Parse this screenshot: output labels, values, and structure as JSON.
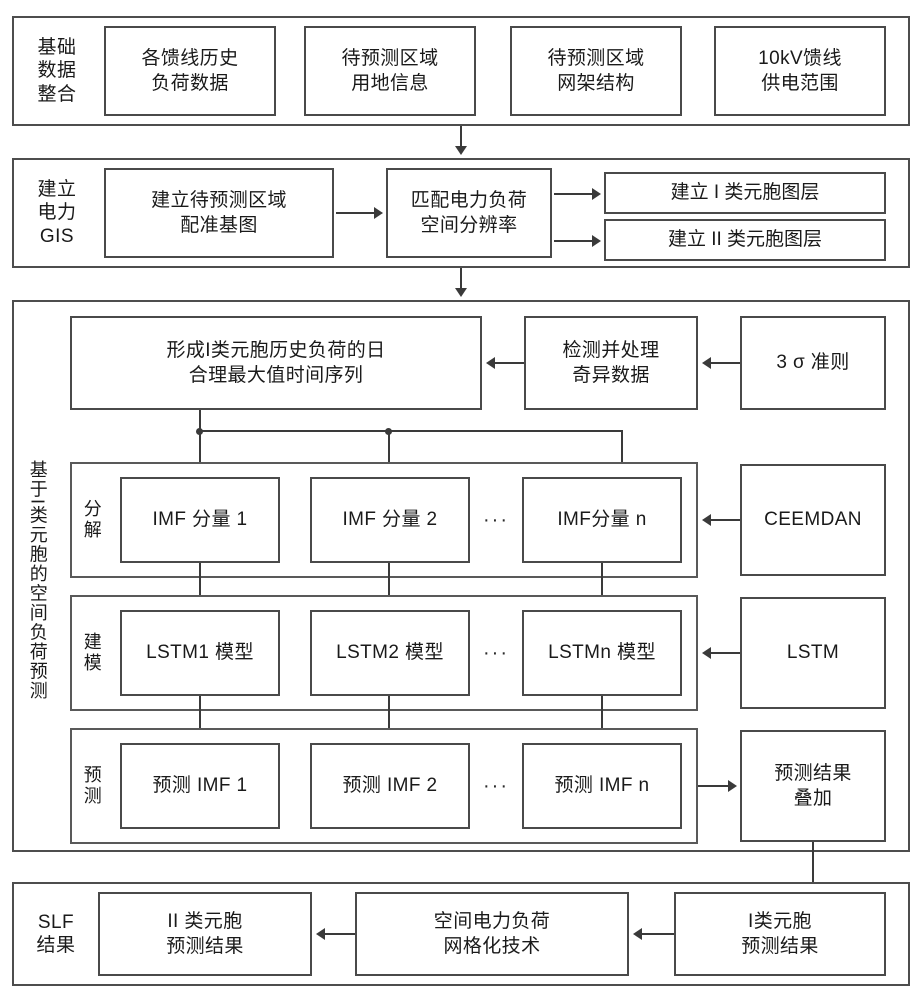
{
  "diagram": {
    "title_semantic": "spatial-load-forecasting-flowchart",
    "colors": {
      "background": "#ffffff",
      "box_border": "#4a4a4a",
      "group_border": "#4d4d4d",
      "connector": "#3a3a3a",
      "text": "#1a1a1a"
    }
  },
  "section1": {
    "label": "基础\n数据\n整合",
    "label_lines": [
      "基础",
      "数据",
      "整合"
    ],
    "boxes": [
      {
        "text": "各馈线历史\n负荷数据",
        "lines": [
          "各馈线历史",
          "负荷数据"
        ]
      },
      {
        "text": "待预测区域\n用地信息",
        "lines": [
          "待预测区域",
          "用地信息"
        ]
      },
      {
        "text": "待预测区域\n网架结构",
        "lines": [
          "待预测区域",
          "网架结构"
        ]
      },
      {
        "text": "10kV馈线\n供电范围",
        "lines": [
          "10kV馈线",
          "供电范围"
        ]
      }
    ]
  },
  "section2": {
    "label_lines": [
      "建立",
      "电力",
      "GIS"
    ],
    "base_map": {
      "lines": [
        "建立待预测区域",
        "配准基图"
      ]
    },
    "match_resolution": {
      "lines": [
        "匹配电力负荷",
        "空间分辨率"
      ]
    },
    "layer_type1": "建立 I 类元胞图层",
    "layer_type2": "建立 II 类元胞图层"
  },
  "section3": {
    "vertical_label": "基于I类元胞的空间负荷预测",
    "timeseries_box": {
      "lines": [
        "形成I类元胞历史负荷的日",
        "合理最大值时间序列"
      ]
    },
    "outlier_box": {
      "lines": [
        "检测并处理",
        "奇异数据"
      ]
    },
    "sigma_rule": "3 σ 准则",
    "rows": [
      {
        "label_lines": [
          "分",
          "解"
        ],
        "items": [
          "IMF 分量 1",
          "IMF 分量 2",
          "IMF分量 n"
        ],
        "ellipsis": "···",
        "source": "CEEMDAN"
      },
      {
        "label_lines": [
          "建",
          "模"
        ],
        "items": [
          "LSTM1 模型",
          "LSTM2 模型",
          "LSTMn 模型"
        ],
        "ellipsis": "···",
        "source": "LSTM"
      },
      {
        "label_lines": [
          "预",
          "测"
        ],
        "items": [
          "预测 IMF 1",
          "预测 IMF 2",
          "预测 IMF n"
        ],
        "ellipsis": "···",
        "source": null
      }
    ],
    "aggregate_box": {
      "lines": [
        "预测结果",
        "叠加"
      ]
    }
  },
  "section4": {
    "label_lines": [
      "SLF",
      "结果"
    ],
    "result_type2": {
      "lines": [
        "II 类元胞",
        "预测结果"
      ]
    },
    "gridding": {
      "lines": [
        "空间电力负荷",
        "网格化技术"
      ]
    },
    "result_type1": {
      "lines": [
        "I类元胞",
        "预测结果"
      ]
    }
  }
}
